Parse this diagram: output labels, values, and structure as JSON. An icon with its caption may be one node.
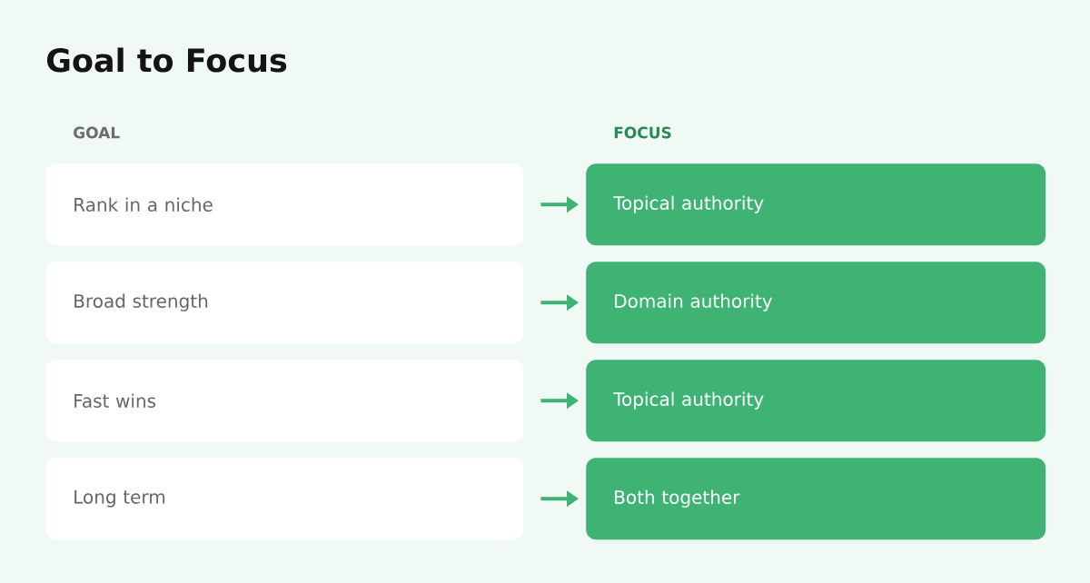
{
  "diagram": {
    "title": "Goal to Focus",
    "nodes": [
      {
        "text": [
          "Rank in a niche"
        ]
      },
      {
        "text": [
          "Topical authority"
        ]
      },
      {
        "text": [
          "Broad strength"
        ]
      },
      {
        "text": [
          "Domain authority"
        ]
      },
      {
        "text": [
          "Fast wins"
        ]
      },
      {
        "text": [
          "Topical authority"
        ]
      },
      {
        "text": [
          "Long term"
        ]
      },
      {
        "text": [
          "Both together"
        ]
      }
    ],
    "edges": [
      {
        "from": 0,
        "to": 1,
        "arrow": "to"
      },
      {
        "from": 2,
        "to": 3,
        "arrow": "to"
      },
      {
        "from": 4,
        "to": 5,
        "arrow": "to"
      },
      {
        "from": 6,
        "to": 7,
        "arrow": "to"
      }
    ],
    "labels": [
      "GOAL",
      "FOCUS"
    ]
  }
}
